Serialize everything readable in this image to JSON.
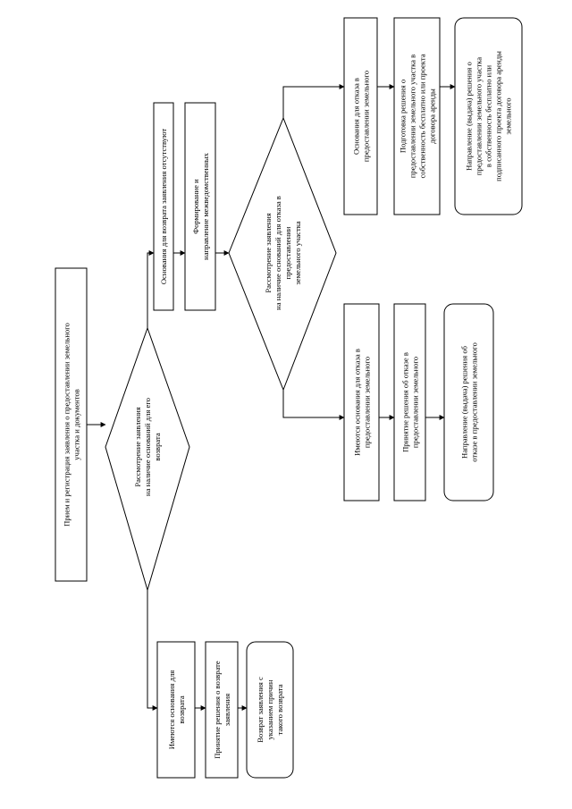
{
  "nodes": {
    "priem": "Прием и регистрация заявления о предоставлении земельного участка и документов",
    "rassm1": "Рассмотрение заявления на наличие оснований для его возврата",
    "osn_vozvrat_otsut": "Основания для возврата заявления отсутствуют",
    "formir": "Формирование и направление межведомственных запросов",
    "rassm2": "Рассмотрение заявления на наличие оснований для отказа в предоставлении земельного участка",
    "osn_otkaz_otsut": "Основания для отказа в предоставлении земельного участка отсутствуют",
    "podgotovka": "Подготовка решения о предоставлении земельного участка в собственность бесплатно или проекта договора аренды земельного участка",
    "napravlenie_resh": "Направление (выдача) решения о предоставлении земельного участка в собственность бесплатно или подписанного проекта договора аренды земельного участка",
    "osn_otkaz_est": "Имеются основания для отказа в предоставлении земельного участка",
    "prinyatie_otkaz": "Принятие решения об отказе в предоставлении земельного участка",
    "napravlenie_otkaz": "Направление (выдача) решения об отказе в предоставлении земельного участка",
    "osn_vozvrat_est": "Имеются основания для возврата заявления",
    "prinyatie_vozvrat": "Принятие решения о возврате заявления",
    "vozvrat": "Возврат заявления с указанием причин такого возврата"
  }
}
